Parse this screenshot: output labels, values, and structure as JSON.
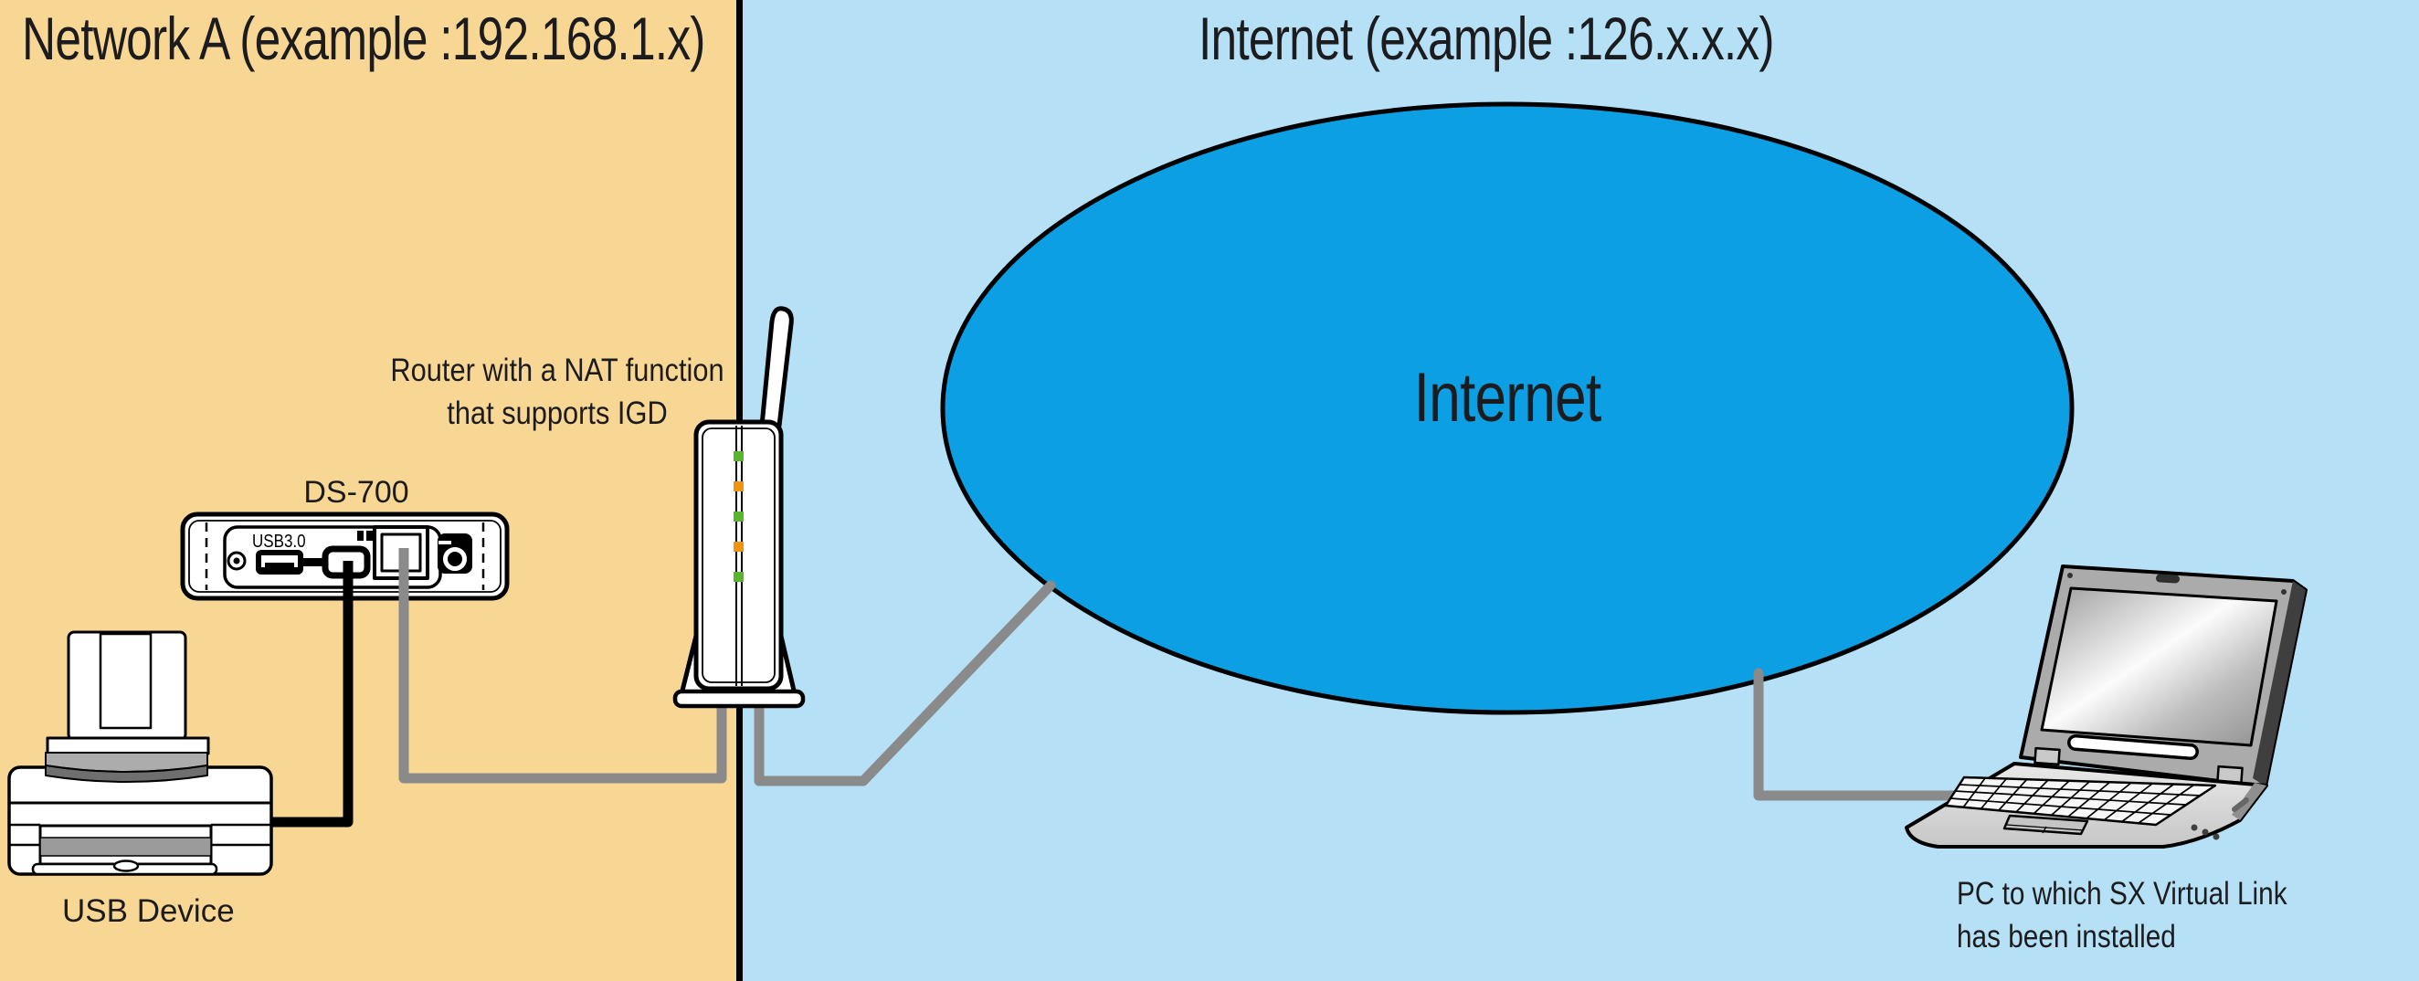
{
  "zones": {
    "network_a": {
      "title": "Network A (example :192.168.1.x)",
      "bg_color": "#F8D795"
    },
    "internet": {
      "title": "Internet (example :126.x.x.x)",
      "bg_color": "#B5E0F6"
    }
  },
  "internet_cloud": {
    "label": "Internet",
    "fill_color": "#0C9FE3",
    "outline_color": "#000000"
  },
  "router": {
    "label_line1": "Router with a NAT function",
    "label_line2": "that supports IGD",
    "led_colors": [
      "#58B52C",
      "#F0930F",
      "#58B52C",
      "#F0930F",
      "#58B52C"
    ]
  },
  "ds700": {
    "label": "DS-700",
    "port_label": "USB3.0"
  },
  "usb_device": {
    "label": "USB Device"
  },
  "pc": {
    "label_line1": "PC to which SX Virtual Link",
    "label_line2": "has been installed"
  },
  "cables": {
    "usb_cable_color": "#000000",
    "ethernet_cable_color": "#8A8A8A"
  }
}
